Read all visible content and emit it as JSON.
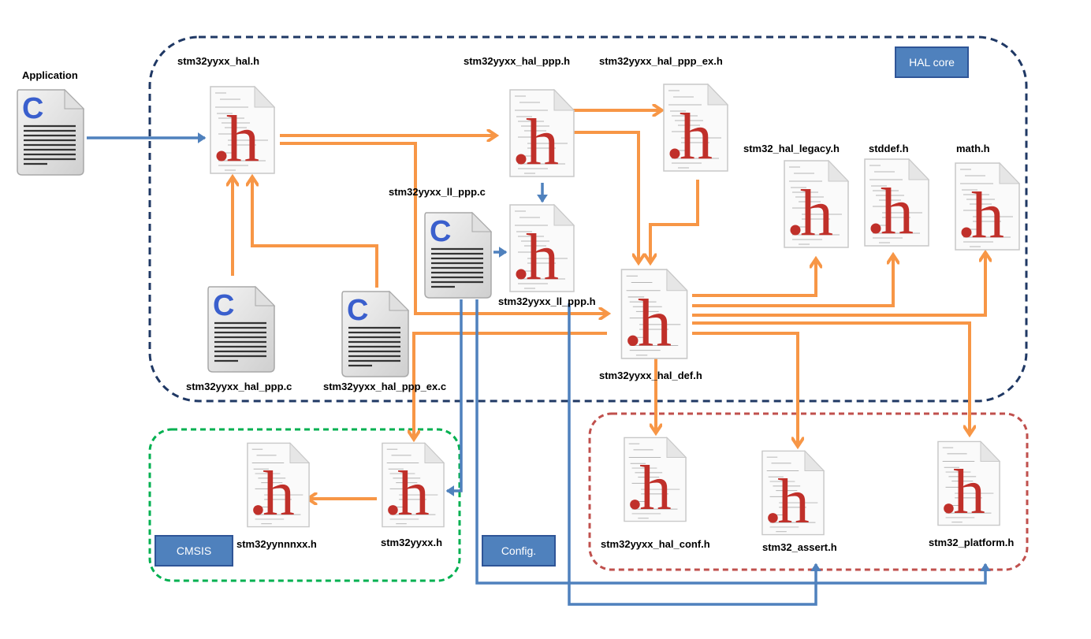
{
  "colors": {
    "hal_core_border": "#1F3864",
    "cmsis_border": "#00B050",
    "config_border": "#C0504D",
    "label_box": "#4F81BD",
    "include_arrow": "#F79646",
    "usage_arrow": "#4F81BD",
    "c_letter": "#3A5FCD",
    "h_letter": "#C0302A"
  },
  "groups": {
    "hal_core": "HAL core",
    "cmsis": "CMSIS",
    "config": "Config."
  },
  "files": {
    "application": {
      "label": "Application",
      "icon": "c-file-icon"
    },
    "hal_h": {
      "label": "stm32yyxx_hal.h",
      "icon": "h-file-icon"
    },
    "hal_ppp_h": {
      "label": "stm32yyxx_hal_ppp.h",
      "icon": "h-file-icon"
    },
    "hal_ppp_ex_h": {
      "label": "stm32yyxx_hal_ppp_ex.h",
      "icon": "h-file-icon"
    },
    "ll_ppp_c": {
      "label": "stm32yyxx_ll_ppp.c",
      "icon": "c-file-icon"
    },
    "ll_ppp_h": {
      "label": "stm32yyxx_ll_ppp.h",
      "icon": "h-file-icon"
    },
    "hal_def_h": {
      "label": "stm32yyxx_hal_def.h",
      "icon": "h-file-icon"
    },
    "hal_legacy_h": {
      "label": "stm32_hal_legacy.h",
      "icon": "h-file-icon"
    },
    "stddef_h": {
      "label": "stddef.h",
      "icon": "h-file-icon"
    },
    "math_h": {
      "label": "math.h",
      "icon": "h-file-icon"
    },
    "hal_ppp_c": {
      "label": "stm32yyxx_hal_ppp.c",
      "icon": "c-file-icon"
    },
    "hal_ppp_ex_c": {
      "label": "stm32yyxx_hal_ppp_ex.c",
      "icon": "c-file-icon"
    },
    "yynnnxx_h": {
      "label": "stm32yynnnxx.h",
      "icon": "h-file-icon"
    },
    "yyxx_h": {
      "label": "stm32yyxx.h",
      "icon": "h-file-icon"
    },
    "hal_conf_h": {
      "label": "stm32yyxx_hal_conf.h",
      "icon": "h-file-icon"
    },
    "assert_h": {
      "label": "stm32_assert.h",
      "icon": "h-file-icon"
    },
    "platform_h": {
      "label": "stm32_platform.h",
      "icon": "h-file-icon"
    }
  }
}
